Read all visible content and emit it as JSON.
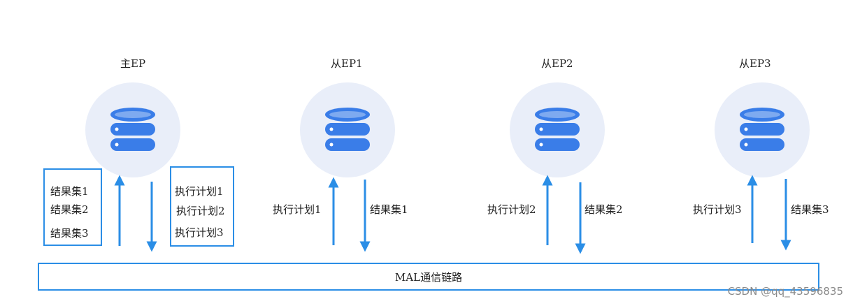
{
  "nodes": [
    {
      "title": "主EP"
    },
    {
      "title": "从EP1"
    },
    {
      "title": "从EP2"
    },
    {
      "title": "从EP3"
    }
  ],
  "main_box_left": [
    "结果集1",
    "结果集2",
    "结果集3"
  ],
  "main_box_right": [
    "执行计划1",
    "执行计划2",
    "执行计划3"
  ],
  "slave_labels": [
    {
      "up": "执行计划1",
      "down": "结果集1"
    },
    {
      "up": "执行计划2",
      "down": "结果集2"
    },
    {
      "up": "执行计划3",
      "down": "结果集3"
    }
  ],
  "bus_label": "MAL通信链路",
  "watermark": "CSDN @qq_43596835",
  "colors": {
    "accent": "#2b8ee6",
    "circle": "#e9eef9",
    "db_icon": "#3a7de8"
  },
  "icons": {
    "database": "database-icon"
  }
}
